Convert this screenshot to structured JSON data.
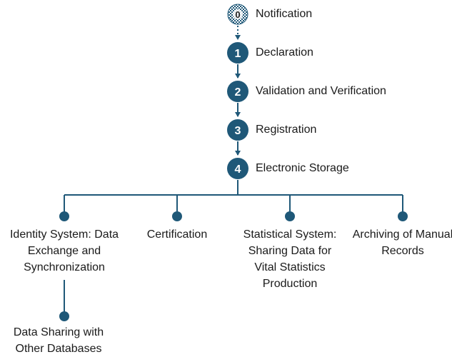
{
  "colors": {
    "node": "#1f5878",
    "line": "#1f5878",
    "text": "#1a1a1a"
  },
  "steps": [
    {
      "number": "0",
      "label": "Notification",
      "style": "patterned"
    },
    {
      "number": "1",
      "label": "Declaration",
      "style": "solid"
    },
    {
      "number": "2",
      "label": "Validation and Verification",
      "style": "solid"
    },
    {
      "number": "3",
      "label": "Registration",
      "style": "solid"
    },
    {
      "number": "4",
      "label": "Electronic Storage",
      "style": "solid"
    }
  ],
  "branches": [
    {
      "label": "Identity System: Data Exchange and Synchronization"
    },
    {
      "label": "Certification"
    },
    {
      "label": "Statistical System: Sharing Data for Vital Statistics Production"
    },
    {
      "label": "Archiving of Manual Records"
    }
  ],
  "sub_branch": {
    "label": "Data Sharing with Other Databases"
  }
}
